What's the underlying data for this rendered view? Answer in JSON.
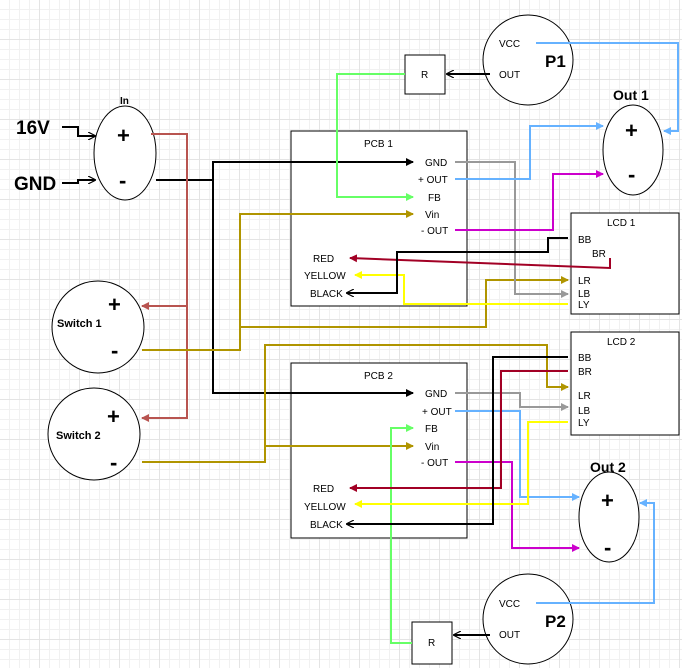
{
  "inputs": {
    "v16": "16V",
    "gnd": "GND"
  },
  "in_node": {
    "title": "In",
    "plus": "+",
    "minus": "-"
  },
  "out1": {
    "title": "Out 1",
    "plus": "+",
    "minus": "-"
  },
  "out2": {
    "title": "Out 2",
    "plus": "+",
    "minus": "-"
  },
  "switch1": {
    "label": "Switch 1",
    "plus": "+",
    "minus": "-"
  },
  "switch2": {
    "label": "Switch 2",
    "plus": "+",
    "minus": "-"
  },
  "p1": {
    "title": "P1",
    "vcc": "VCC",
    "out": "OUT"
  },
  "p2": {
    "title": "P2",
    "vcc": "VCC",
    "out": "OUT"
  },
  "r1": {
    "label": "R"
  },
  "r2": {
    "label": "R"
  },
  "pcb1": {
    "title": "PCB 1",
    "pins": [
      "GND",
      "+ OUT",
      "FB",
      "Vin",
      "- OUT"
    ],
    "leds": [
      "RED",
      "YELLOW",
      "BLACK"
    ]
  },
  "pcb2": {
    "title": "PCB 2",
    "pins": [
      "GND",
      "+ OUT",
      "FB",
      "Vin",
      "- OUT"
    ],
    "leds": [
      "RED",
      "YELLOW",
      "BLACK"
    ]
  },
  "lcd1": {
    "title": "LCD 1",
    "pins": [
      "BB",
      "BR",
      "LR",
      "LB",
      "LY"
    ]
  },
  "lcd2": {
    "title": "LCD 2",
    "pins": [
      "BB",
      "BR",
      "LR",
      "LB",
      "LY"
    ]
  },
  "colors": {
    "black": "#000000",
    "red": "#b85450",
    "dark_red": "#a20025",
    "olive": "#b09500",
    "gray": "#999999",
    "blue": "#66b2ff",
    "green": "#66ff66",
    "magenta": "#cc00cc",
    "yellow": "#ffff00"
  }
}
